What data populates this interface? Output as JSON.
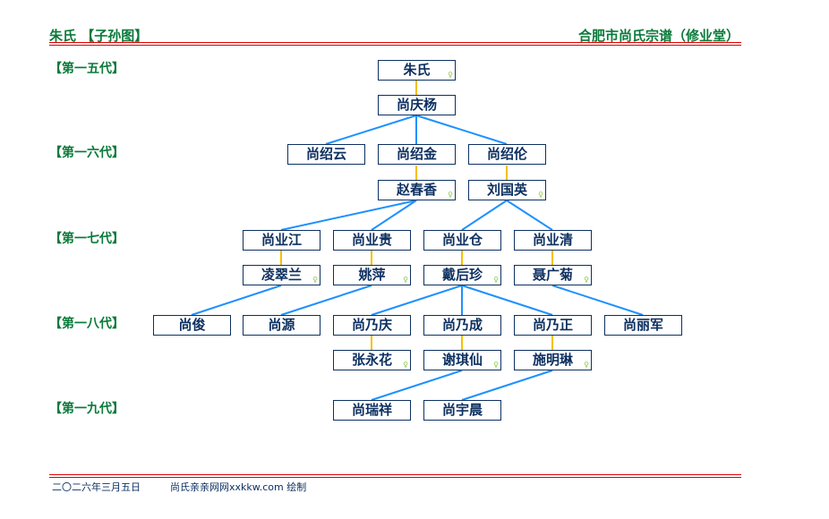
{
  "header": {
    "left": "朱氏 【子孙图】",
    "right": "合肥市尚氏宗谱（修业堂）"
  },
  "generations": [
    "【第一五代】",
    "【第一六代】",
    "【第一七代】",
    "【第一八代】",
    "【第一九代】"
  ],
  "people": {
    "p1": "朱氏",
    "p2": "尚庆杨",
    "p3": "尚绍云",
    "p4": "尚绍金",
    "p5": "尚绍伦",
    "p6": "赵春香",
    "p7": "刘国英",
    "p8": "尚业江",
    "p9": "尚业贵",
    "p10": "尚业仓",
    "p11": "尚业清",
    "p12": "凌翠兰",
    "p13": "姚萍",
    "p14": "戴后珍",
    "p15": "聂广菊",
    "p16": "尚俊",
    "p17": "尚源",
    "p18": "尚乃庆",
    "p19": "尚乃成",
    "p20": "尚乃正",
    "p21": "尚丽军",
    "p22": "张永花",
    "p23": "谢琪仙",
    "p24": "施明琳",
    "p25": "尚瑞祥",
    "p26": "尚宇晨"
  },
  "female_mark": "♀",
  "footer": {
    "date": "二〇二六年三月五日",
    "credit": "尚氏亲亲网网xxkkw.com 绘制"
  },
  "colors": {
    "title": "#0a7a3a",
    "rule": "#e00000",
    "box": "#0d3060",
    "spouse_line": "#f5c000",
    "child_line": "#1e90ff"
  }
}
